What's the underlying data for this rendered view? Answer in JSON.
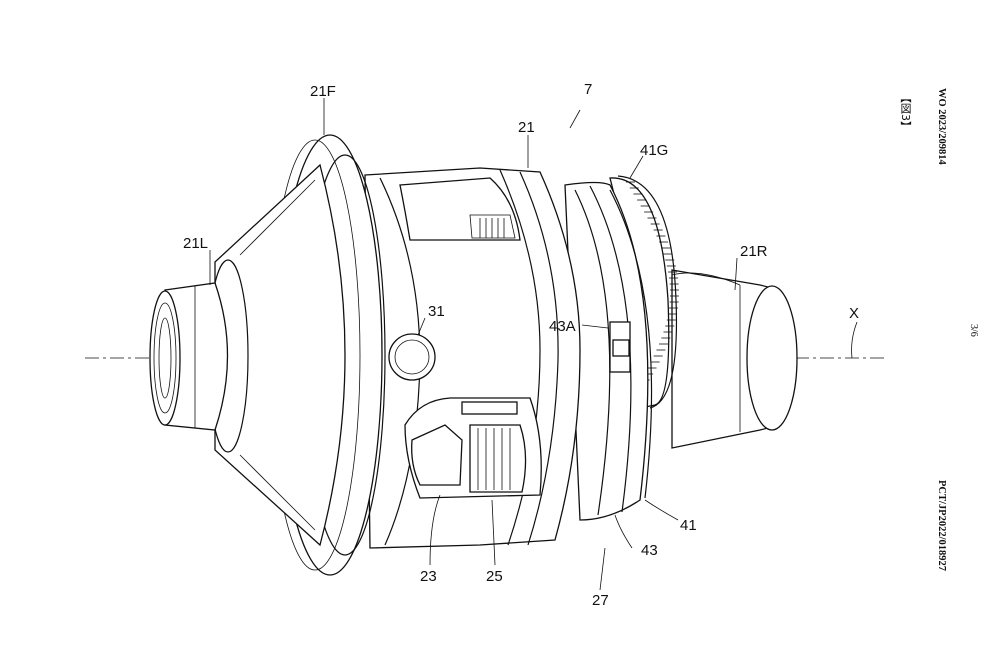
{
  "header": {
    "figure_number": "【図3】",
    "publication_number": "WO 2023/209814",
    "page_number": "3/6",
    "application_number": "PCT/JP2022/018927"
  },
  "diagram": {
    "reference_labels": [
      {
        "id": "ref-7",
        "text": "7"
      },
      {
        "id": "ref-21F",
        "text": "21F"
      },
      {
        "id": "ref-21",
        "text": "21"
      },
      {
        "id": "ref-41G",
        "text": "41G"
      },
      {
        "id": "ref-21L",
        "text": "21L"
      },
      {
        "id": "ref-21R",
        "text": "21R"
      },
      {
        "id": "ref-31",
        "text": "31"
      },
      {
        "id": "ref-43A",
        "text": "43A"
      },
      {
        "id": "ref-X",
        "text": "X"
      },
      {
        "id": "ref-41",
        "text": "41"
      },
      {
        "id": "ref-43",
        "text": "43"
      },
      {
        "id": "ref-23",
        "text": "23"
      },
      {
        "id": "ref-25",
        "text": "25"
      },
      {
        "id": "ref-27",
        "text": "27"
      }
    ]
  }
}
